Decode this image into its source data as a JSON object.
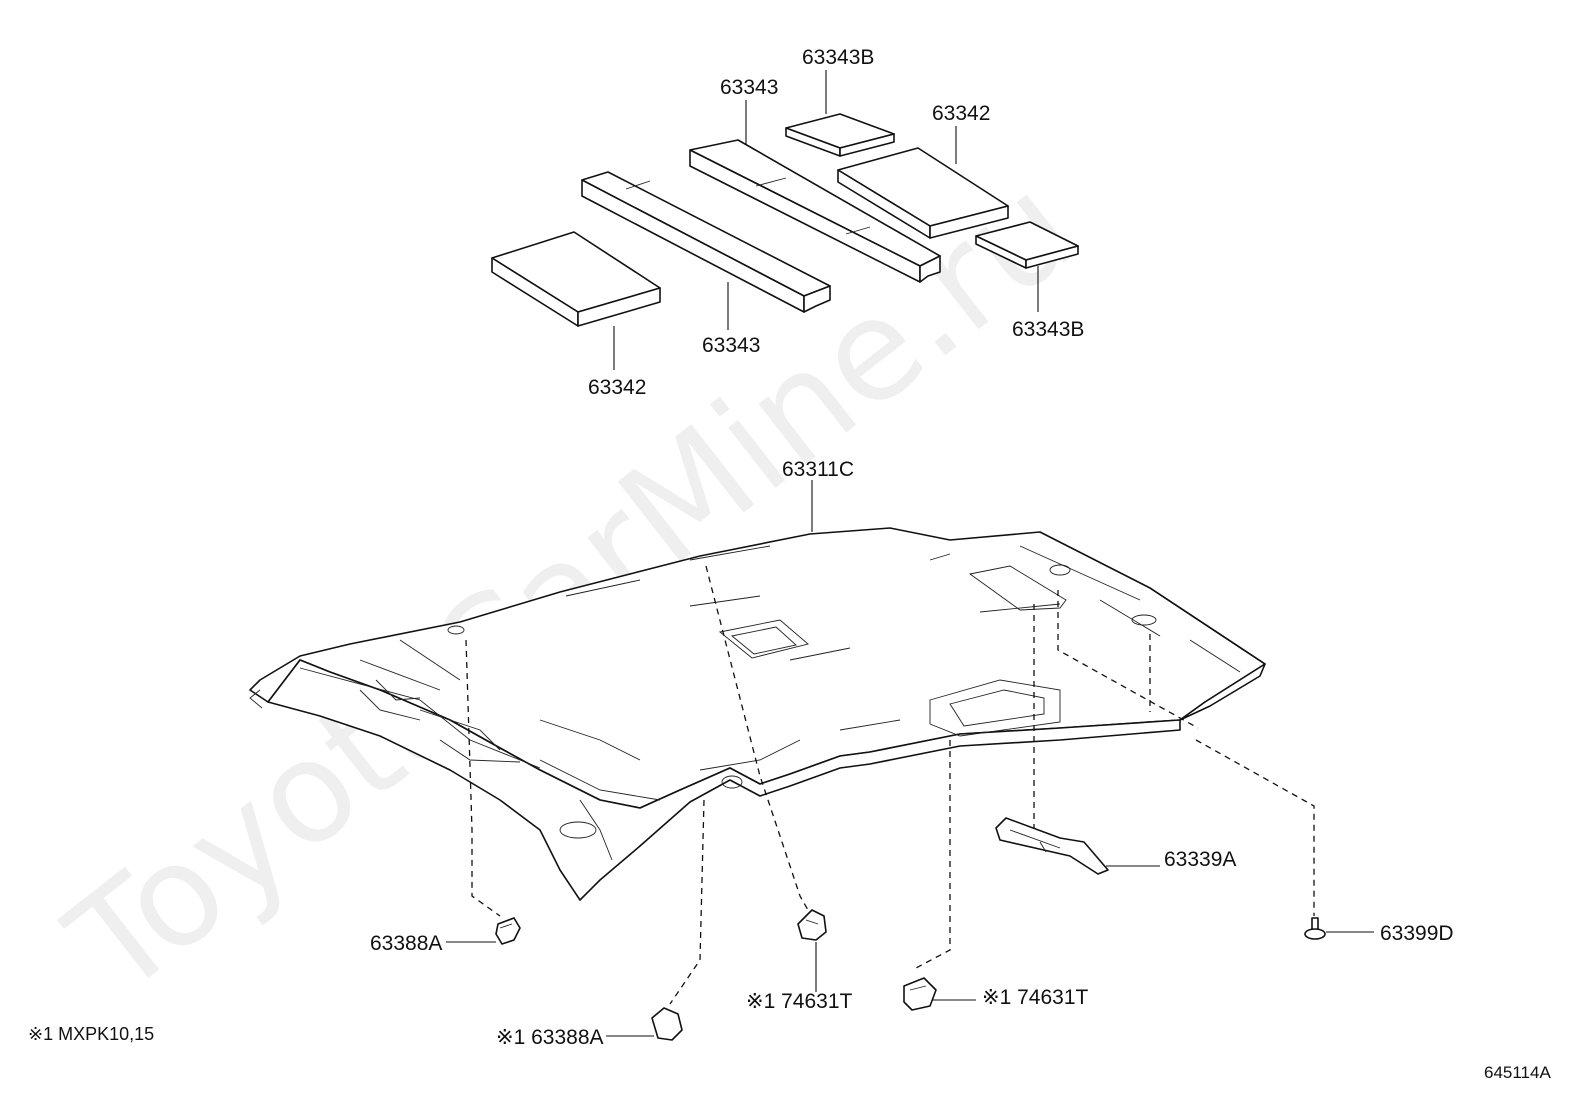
{
  "diagram": {
    "watermark": "ToyotaCarMine.ru",
    "reference_code": "645114A",
    "footnote": "※1 MXPK10,15",
    "part_labels": {
      "p_63343B_top": "63343B",
      "p_63343_top": "63343",
      "p_63342_top": "63342",
      "p_63343_bottom": "63343",
      "p_63342_bottom": "63342",
      "p_63343B_bottom": "63343B",
      "p_63311C": "63311C",
      "p_63339A": "63339A",
      "p_63399D": "63399D",
      "p_63388A_left": "63388A",
      "p_63388A_bottom": "※1 63388A",
      "p_74631T_center": "※1 74631T",
      "p_74631T_right": "※1 74631T"
    }
  }
}
